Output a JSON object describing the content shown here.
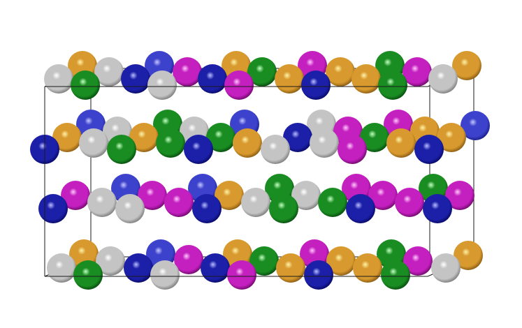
{
  "scene": {
    "background": "#ffffff",
    "cell_edge_color": "#1a1a1a",
    "species": [
      {
        "id": "orange",
        "color": "#d89a2e",
        "highlight": "#fff2a8",
        "shadow": "#7a4e0c"
      },
      {
        "id": "white",
        "color": "#c4c4c4",
        "highlight": "#ffffff",
        "shadow": "#6e6e6e"
      },
      {
        "id": "navy",
        "color": "#1c20a8",
        "highlight": "#b8bcff",
        "shadow": "#04055a"
      },
      {
        "id": "magenta",
        "color": "#c41fbf",
        "highlight": "#ffc8fb",
        "shadow": "#60065c"
      },
      {
        "id": "green",
        "color": "#1a8d22",
        "highlight": "#c2ffc2",
        "shadow": "#03400a"
      },
      {
        "id": "blue",
        "color": "#3d42cc",
        "highlight": "#c4c7ff",
        "shadow": "#13167a"
      }
    ]
  }
}
